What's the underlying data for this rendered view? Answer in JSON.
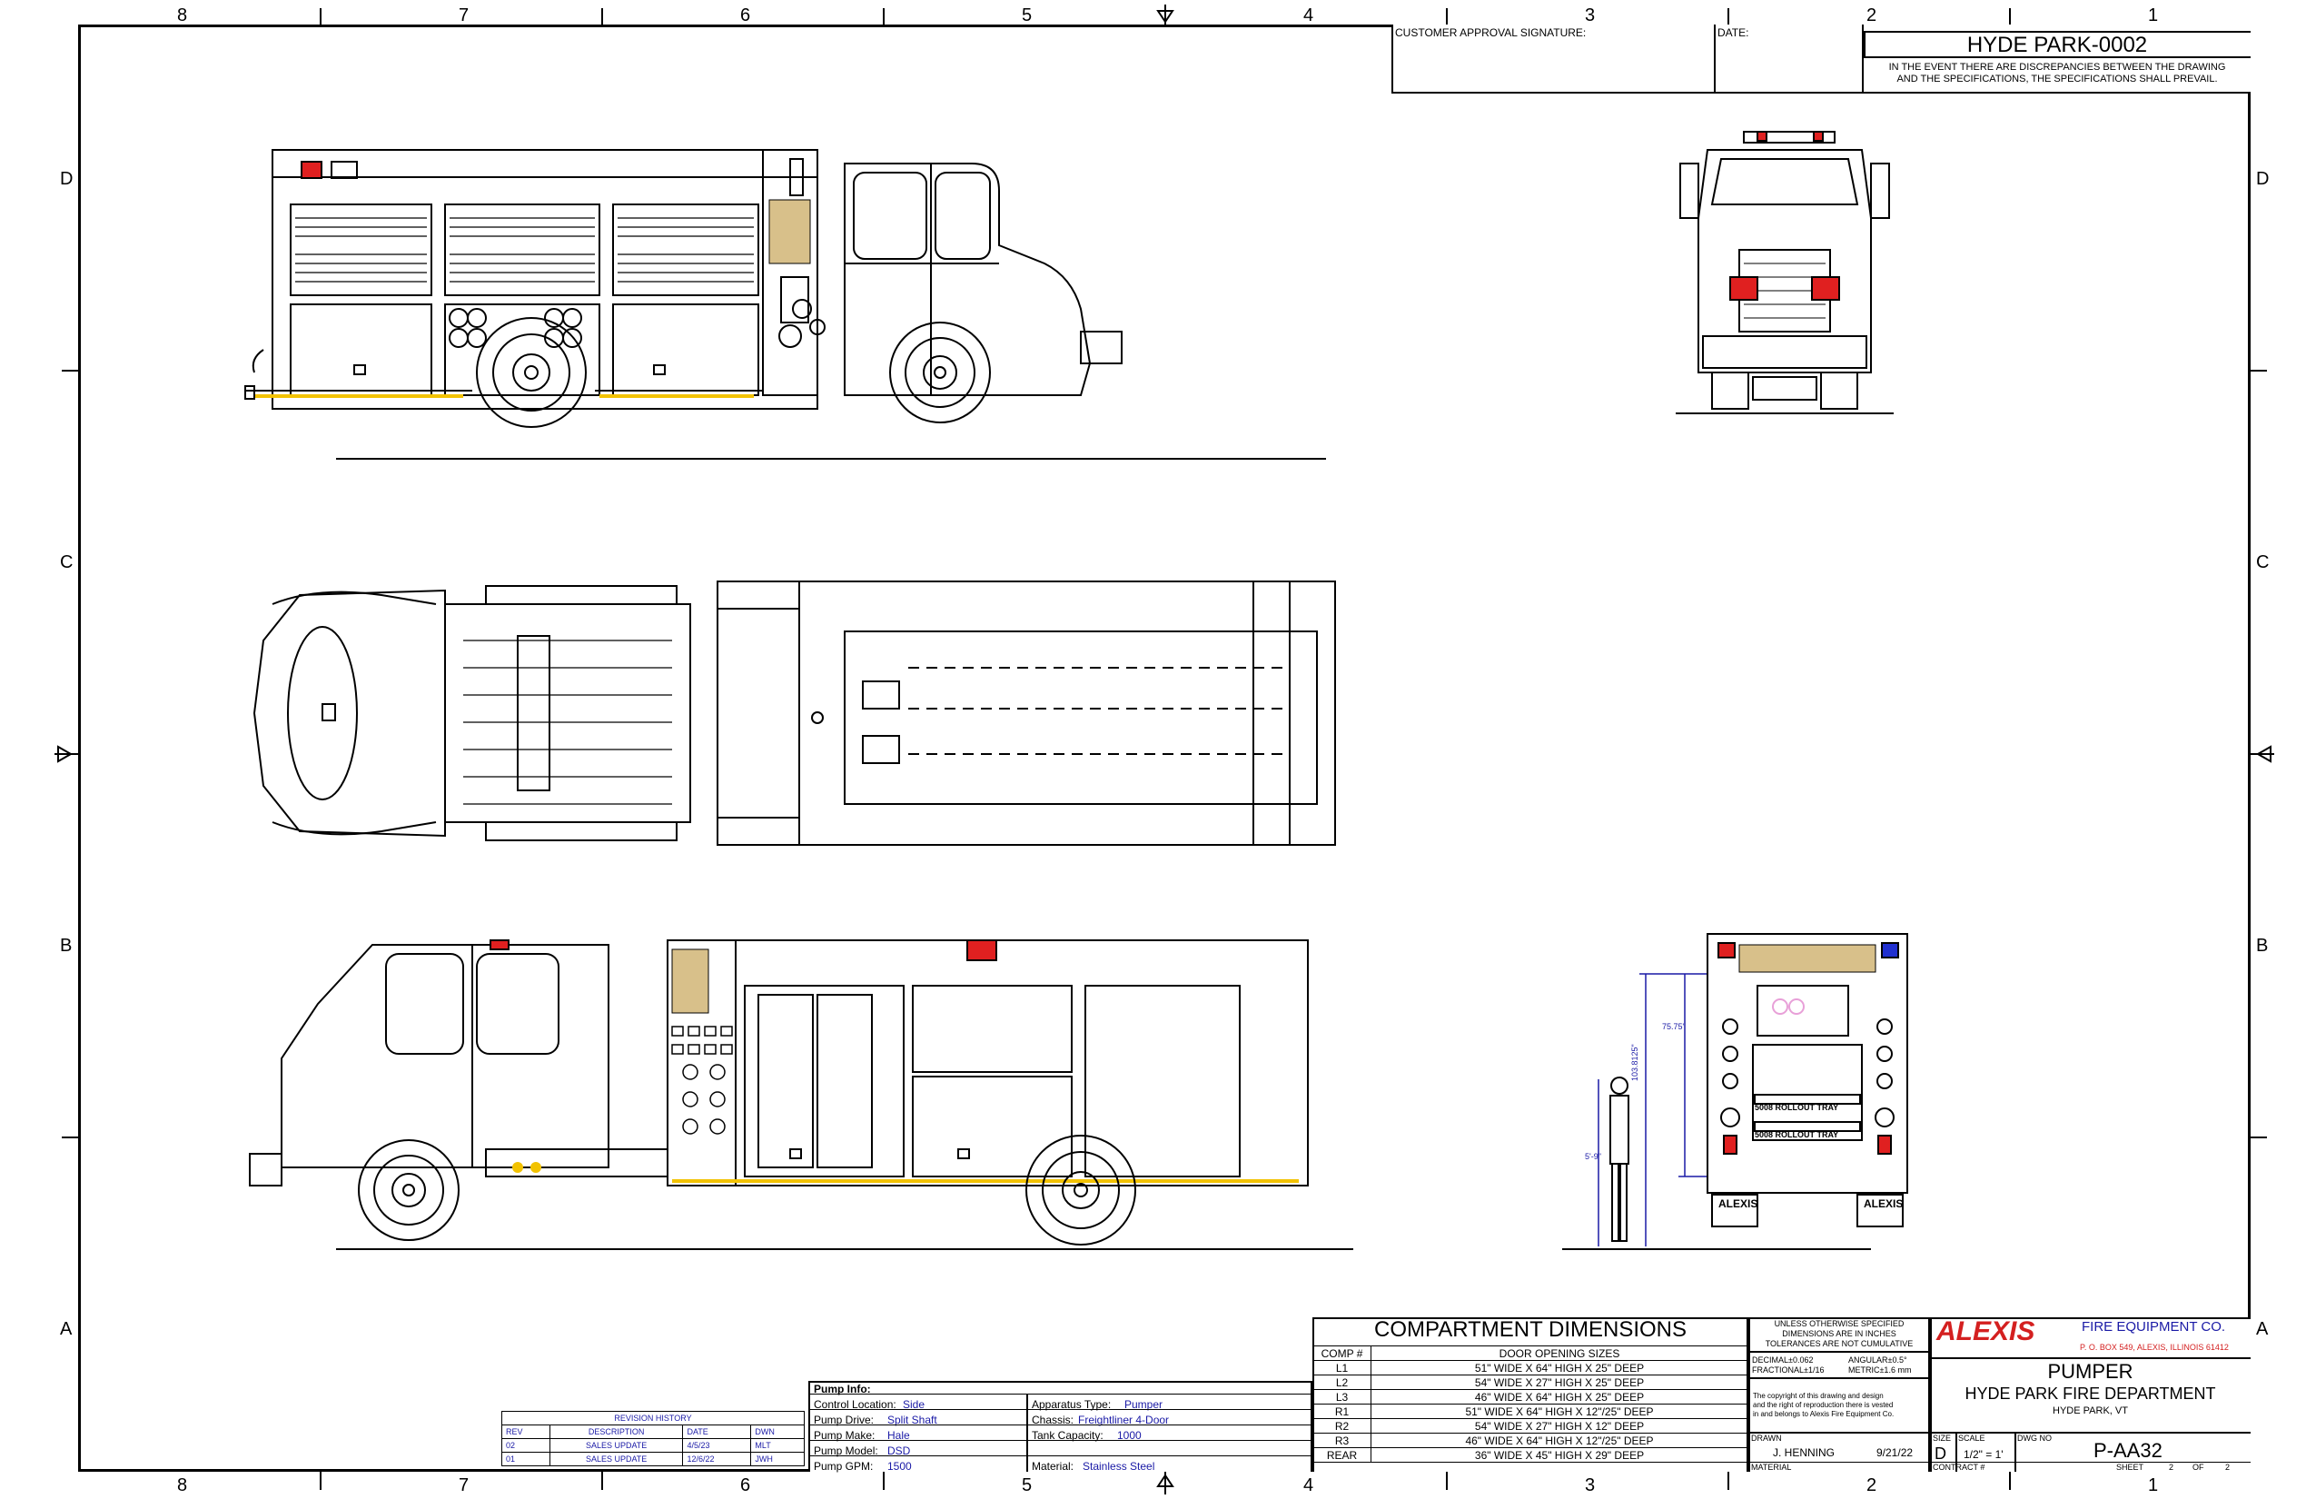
{
  "border": {
    "columns_top": [
      "8",
      "7",
      "6",
      "5",
      "4",
      "3",
      "2",
      "1"
    ],
    "columns_bottom": [
      "8",
      "7",
      "6",
      "5",
      "4",
      "3",
      "2",
      "1"
    ],
    "rows": [
      "D",
      "C",
      "B",
      "A"
    ]
  },
  "header": {
    "customer_approval": "CUSTOMER APPROVAL SIGNATURE:",
    "date": "DATE:",
    "drawing_id": "HYDE PARK-0002",
    "discrepancy_note_line1": "IN THE EVENT THERE ARE DISCREPANCIES BETWEEN THE DRAWING",
    "discrepancy_note_line2": "AND THE SPECIFICATIONS, THE SPECIFICATIONS SHALL PREVAIL."
  },
  "views": {
    "rear_compartment_labels": [
      "5008 ROLLOUT TRAY",
      "5008 ROLLOUT TRAY"
    ],
    "rear_badges": [
      "ALEXIS",
      "ALEXIS"
    ],
    "dim_overall": "103.8125\"",
    "dim_body": "75.75\"",
    "dim_figure": "5'-9\""
  },
  "revision_history": {
    "title": "REVISION HISTORY",
    "headers": [
      "REV",
      "DESCRIPTION",
      "DATE",
      "DWN"
    ],
    "rows": [
      [
        "02",
        "SALES UPDATE",
        "4/5/23",
        "MLT"
      ],
      [
        "01",
        "SALES UPDATE",
        "12/6/22",
        "JWH"
      ]
    ]
  },
  "pump_info": {
    "title": "Pump Info:",
    "rows": [
      {
        "label": "Control Location:",
        "value": "Side"
      },
      {
        "label": "Pump Drive:",
        "value": "Split Shaft"
      },
      {
        "label": "Pump Make:",
        "value": "Hale"
      },
      {
        "label": "Pump Model:",
        "value": "DSD"
      },
      {
        "label": "Pump GPM:",
        "value": "1500"
      }
    ]
  },
  "apparatus_info": {
    "rows": [
      {
        "label": "Apparatus Type:",
        "value": "Pumper"
      },
      {
        "label": "Chassis:",
        "value": "Freightliner  4-Door"
      },
      {
        "label": "Tank Capacity:",
        "value": "1000"
      },
      {
        "label": "",
        "value": ""
      },
      {
        "label": "Material:",
        "value": "Stainless Steel"
      }
    ]
  },
  "compartments": {
    "title": "COMPARTMENT DIMENSIONS",
    "headers": [
      "COMP #",
      "DOOR OPENING SIZES"
    ],
    "rows": [
      [
        "L1",
        "51\" WIDE X 64\" HIGH X 25\" DEEP"
      ],
      [
        "L2",
        "54\" WIDE X 27\" HIGH X 25\" DEEP"
      ],
      [
        "L3",
        "46\" WIDE X 64\" HIGH X 25\" DEEP"
      ],
      [
        "R1",
        "51\" WIDE X 64\" HIGH X 12\"/25\" DEEP"
      ],
      [
        "R2",
        "54\" WIDE X 27\" HIGH X 12\" DEEP"
      ],
      [
        "R3",
        "46\" WIDE X 64\" HIGH X 12\"/25\" DEEP"
      ],
      [
        "REAR",
        "36\" WIDE X 45\" HIGH X 29\" DEEP"
      ]
    ]
  },
  "tolerances": {
    "line1": "UNLESS OTHERWISE SPECIFIED",
    "line2": "DIMENSIONS ARE IN INCHES",
    "line3": "TOLERANCES ARE NOT CUMULATIVE",
    "decimal": "DECIMAL±0.062",
    "angular": "ANGULAR±0.5°",
    "fractional": "FRACTIONAL±1/16",
    "metric": "METRIC±1.6 mm",
    "copyright1": "The copyright of this drawing and design",
    "copyright2": "and the right of reproduction there is vested",
    "copyright3": "in and belongs to Alexis Fire Equipment Co."
  },
  "title_block": {
    "logo": "ALEXIS",
    "company": "FIRE EQUIPMENT CO.",
    "address": "P. O. BOX 549, ALEXIS, ILLINOIS  61412",
    "title": "PUMPER",
    "customer": "HYDE PARK FIRE DEPARTMENT",
    "location": "HYDE PARK, VT",
    "drawn_label": "DRAWN",
    "drawn_by": "J. HENNING",
    "drawn_date": "9/21/22",
    "size_label": "SIZE",
    "size": "D",
    "scale_label": "SCALE",
    "scale": "1/2\" = 1'",
    "dwg_label": "DWG NO",
    "dwg_no": "P-AA32",
    "material_label": "MATERIAL",
    "contract_label": "CONTRACT #",
    "sheet_label": "SHEET",
    "sheet": "2",
    "of_label": "OF",
    "sheet_total": "2"
  },
  "colors": {
    "blue_text": "#1a1aa6",
    "red_light": "#e02020",
    "blue_light": "#2030d0",
    "tan_hose": "#d8c08a",
    "yellow_stripe": "#f2c200",
    "pink_reel": "#e8a0d8"
  }
}
